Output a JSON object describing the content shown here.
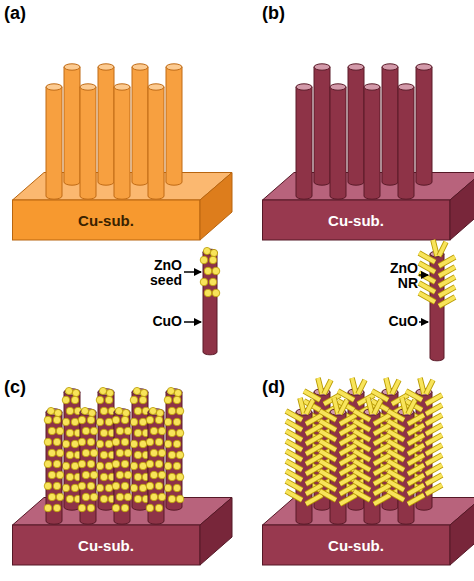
{
  "diagram": {
    "nodes": [
      {
        "text": [
          "Cu-sub."
        ]
      },
      {
        "text": [
          "Cu-sub."
        ]
      },
      {
        "text": [
          "Cu-sub."
        ]
      },
      {
        "text": [
          "Cu-sub."
        ]
      }
    ],
    "labels": [
      "(a)",
      "(b)",
      "ZnO seed",
      "CuO",
      "ZnO NR",
      "CuO",
      "(c)",
      "(d)"
    ]
  }
}
